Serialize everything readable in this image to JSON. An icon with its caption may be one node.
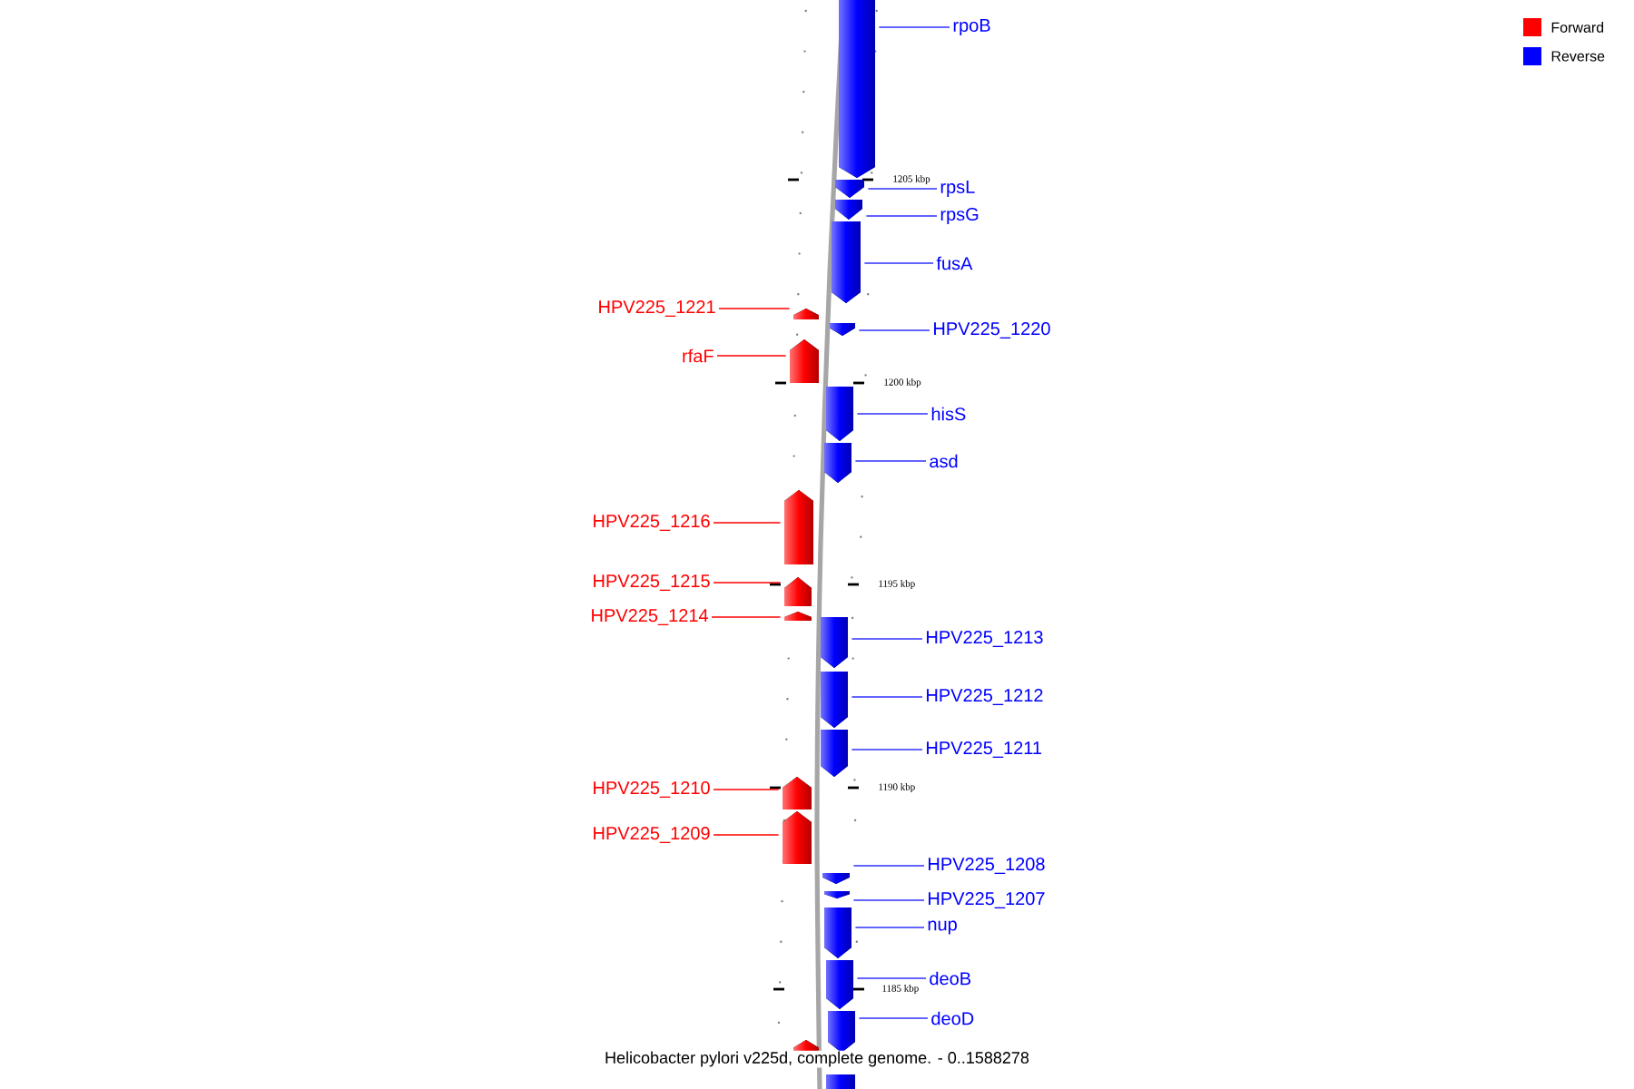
{
  "diagram": {
    "caption": "Helicobacter pylori v225d, complete genome. - 0..1588278",
    "nodes": [
      {
        "text": [
          "rpoB"
        ]
      },
      {
        "text": [],
        "shape": "bar"
      },
      {
        "text": [
          "rpsL"
        ]
      },
      {
        "text": [],
        "shape": "bar"
      },
      {
        "text": [
          "rpsG"
        ]
      },
      {
        "text": [],
        "shape": "bar"
      },
      {
        "text": [
          "fusA"
        ]
      },
      {
        "text": [],
        "shape": "bar"
      },
      {
        "text": [
          "HPV225_1221"
        ]
      },
      {
        "text": [],
        "shape": "bar"
      },
      {
        "text": [
          "HPV225_1220"
        ]
      },
      {
        "text": [],
        "shape": "bar"
      },
      {
        "text": [
          "rfaF"
        ]
      },
      {
        "text": [],
        "shape": "bar"
      },
      {
        "text": [
          "hisS"
        ]
      },
      {
        "text": [],
        "shape": "bar"
      },
      {
        "text": [
          "asd"
        ]
      },
      {
        "text": [],
        "shape": "bar"
      },
      {
        "text": [
          "HPV225_1216"
        ]
      },
      {
        "text": [],
        "shape": "bar"
      },
      {
        "text": [
          "HPV225_1215"
        ]
      },
      {
        "text": [],
        "shape": "bar"
      },
      {
        "text": [
          "HPV225_1214"
        ]
      },
      {
        "text": [],
        "shape": "bar"
      },
      {
        "text": [
          "HPV225_1213"
        ]
      },
      {
        "text": [],
        "shape": "bar"
      },
      {
        "text": [
          "HPV225_1212"
        ]
      },
      {
        "text": [],
        "shape": "bar"
      },
      {
        "text": [
          "HPV225_1211"
        ]
      },
      {
        "text": [],
        "shape": "bar"
      },
      {
        "text": [
          "HPV225_1210"
        ]
      },
      {
        "text": [],
        "shape": "bar"
      },
      {
        "text": [
          "HPV225_1209"
        ]
      },
      {
        "text": [],
        "shape": "bar"
      },
      {
        "text": [
          "HPV225_1208"
        ]
      },
      {
        "text": [],
        "shape": "bar"
      },
      {
        "text": [
          "HPV225_1207"
        ]
      },
      {
        "text": [],
        "shape": "bar"
      },
      {
        "text": [
          "nup"
        ]
      },
      {
        "text": [],
        "shape": "bar"
      },
      {
        "text": [
          "deoB"
        ]
      },
      {
        "text": [],
        "shape": "bar"
      },
      {
        "text": [
          "deoD"
        ]
      },
      {
        "text": [],
        "shape": "bar"
      },
      {
        "text": [],
        "shape": "bar"
      },
      {
        "text": [],
        "shape": "bar"
      }
    ],
    "edges": [
      {
        "from": 0,
        "to": 1,
        "arrow": "none"
      },
      {
        "from": 2,
        "to": 3,
        "arrow": "none"
      },
      {
        "from": 4,
        "to": 5,
        "arrow": "none"
      },
      {
        "from": 6,
        "to": 7,
        "arrow": "none"
      },
      {
        "from": 8,
        "to": 9,
        "arrow": "none",
        "color": "#ff0000"
      },
      {
        "from": 10,
        "to": 11,
        "arrow": "none"
      },
      {
        "from": 12,
        "to": 13,
        "arrow": "none",
        "color": "#ff0000"
      },
      {
        "from": 14,
        "to": 15,
        "arrow": "none"
      },
      {
        "from": 16,
        "to": 17,
        "arrow": "none"
      },
      {
        "from": 18,
        "to": 19,
        "arrow": "none",
        "color": "#ff0000"
      },
      {
        "from": 20,
        "to": 21,
        "arrow": "none",
        "color": "#ff0000"
      },
      {
        "from": 22,
        "to": 23,
        "arrow": "none",
        "color": "#ff0000"
      },
      {
        "from": 24,
        "to": 25,
        "arrow": "none"
      },
      {
        "from": 26,
        "to": 27,
        "arrow": "none"
      },
      {
        "from": 28,
        "to": 29,
        "arrow": "none"
      },
      {
        "from": 30,
        "to": 31,
        "arrow": "none",
        "color": "#ff0000"
      },
      {
        "from": 32,
        "to": 33,
        "arrow": "none",
        "color": "#ff0000"
      },
      {
        "from": 34,
        "to": 35,
        "arrow": "none"
      },
      {
        "from": 36,
        "to": 37,
        "arrow": "none"
      },
      {
        "from": 38,
        "to": 39,
        "arrow": "none"
      },
      {
        "from": 40,
        "to": 41,
        "arrow": "none"
      },
      {
        "from": 42,
        "to": 43,
        "arrow": "none"
      }
    ],
    "labels": [
      "1205 kbp",
      "1200 kbp",
      "1195 kbp",
      "1190 kbp",
      "1185 kbp"
    ],
    "legend": [
      {
        "text": "Forward",
        "color": "#ff0000"
      },
      {
        "text": "Reverse",
        "color": "#0000ff"
      }
    ]
  }
}
